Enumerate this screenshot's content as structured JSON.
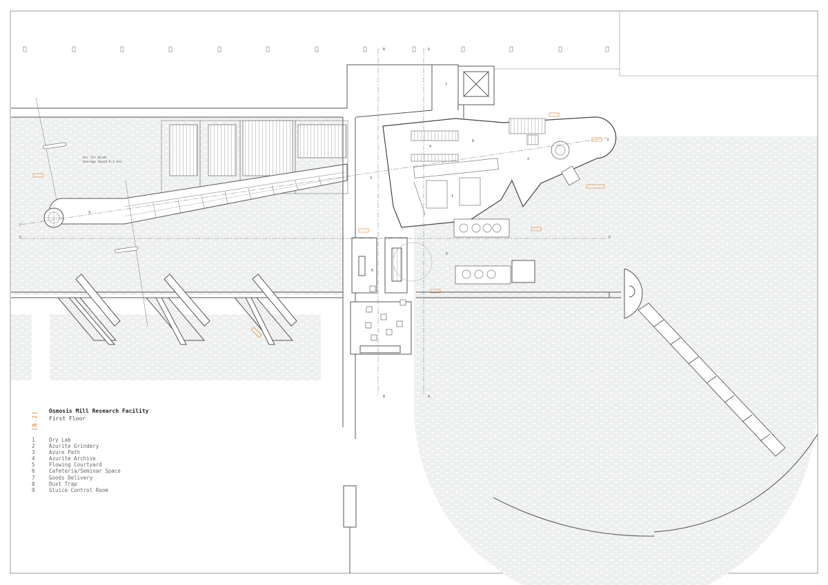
{
  "sheet": {
    "code": "[B.2]",
    "title": "Osmosis Mill Research Facility",
    "subtitle": "First Floor"
  },
  "rooms": [
    {
      "number": "1",
      "name": "Dry Lab"
    },
    {
      "number": "2",
      "name": "Azurite Grindery"
    },
    {
      "number": "3",
      "name": "Azure Path"
    },
    {
      "number": "4",
      "name": "Azurite Archive"
    },
    {
      "number": "5",
      "name": "Flowing Courtyard"
    },
    {
      "number": "6",
      "name": "Cafeteria/Seminar Space"
    },
    {
      "number": "7",
      "name": "Goods Delivery"
    },
    {
      "number": "8",
      "name": "Dust Trap"
    },
    {
      "number": "9",
      "name": "Sluice Control Room"
    }
  ],
  "plan_labels": {
    "wind_note_1": "Air for Winds",
    "wind_note_2": "Average Speed 0.2 m/s",
    "section_a": "A",
    "section_b": "B",
    "section_c": "C",
    "section_d": "D",
    "section_e": "E"
  },
  "colors": {
    "accent": "#e07b22",
    "water": "#eef0ef",
    "line": "#555555"
  }
}
